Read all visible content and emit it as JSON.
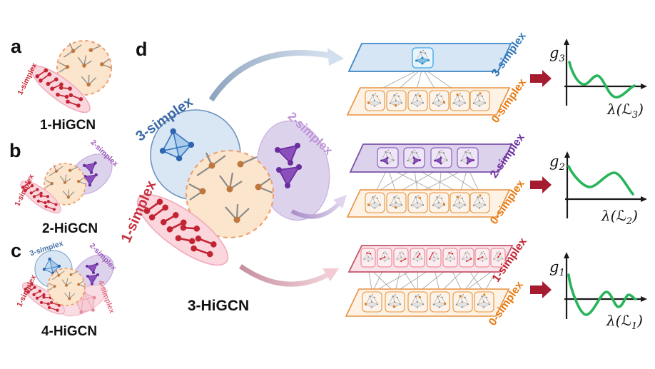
{
  "panels": {
    "a": {
      "letter": "a",
      "caption": "1-HiGCN"
    },
    "b": {
      "letter": "b",
      "caption": "2-HiGCN"
    },
    "c": {
      "letter": "c",
      "caption": "4-HiGCN"
    },
    "d": {
      "letter": "d",
      "caption": "3-HiGCN"
    }
  },
  "simplex_labels": {
    "s0": "0-simplex",
    "s1": "1-simplex",
    "s2": "2-simplex",
    "s3": "3-simplex",
    "s4": "4-simplex"
  },
  "plots": {
    "top": {
      "ylabel": "g",
      "ylabel_sub": "3",
      "xlabel_lambda": "λ(",
      "xlabel_L": "ℒ",
      "xlabel_sub": "3",
      "xlabel_close": ")"
    },
    "middle": {
      "ylabel": "g",
      "ylabel_sub": "2",
      "xlabel_lambda": "λ(",
      "xlabel_L": "ℒ",
      "xlabel_sub": "2",
      "xlabel_close": ")"
    },
    "bottom": {
      "ylabel": "g",
      "ylabel_sub": "1",
      "xlabel_lambda": "λ(",
      "xlabel_L": "ℒ",
      "xlabel_sub": "1",
      "xlabel_close": ")"
    }
  },
  "colors": {
    "simplex0_orange": "#E8790F",
    "simplex1_red": "#C0212E",
    "simplex2_purple": "#7030A0",
    "simplex3_blue": "#2E75B6",
    "simplex4_pink": "#E07080",
    "curve_green": "#27B45A",
    "mapping_arrow_dark_red": "#A51C30",
    "node_orange": "#C1763C",
    "cloud_fill": "#FBE5CC",
    "pink_fill": "#FBD6DD",
    "purple_fill": "#DDD2EC",
    "blue_fill": "#D9E6F3"
  }
}
